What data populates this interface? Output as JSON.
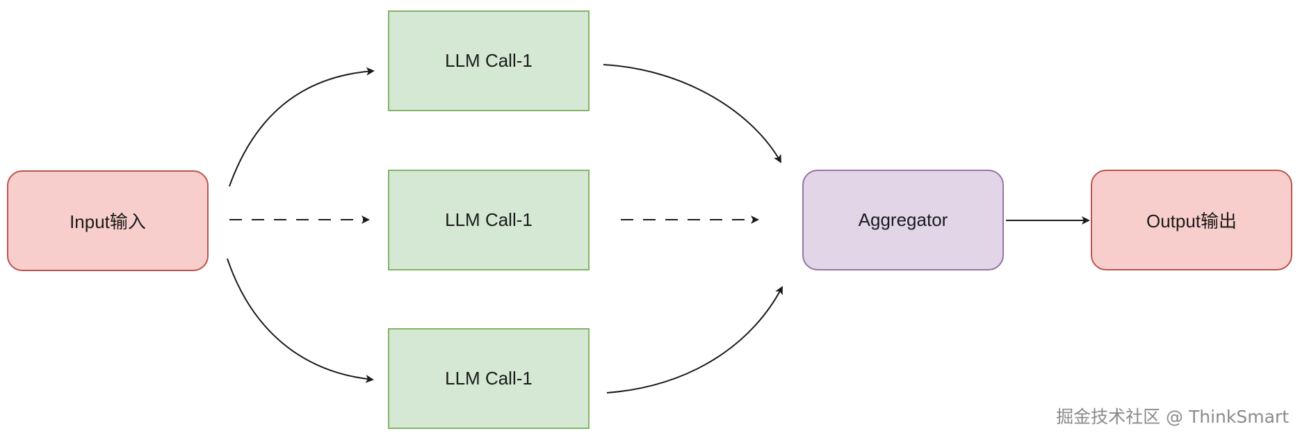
{
  "nodes": {
    "input": "Input输入",
    "call_top": "LLM Call-1",
    "call_middle": "LLM Call-1",
    "call_bottom": "LLM Call-1",
    "aggregator": "Aggregator",
    "output": "Output输出"
  },
  "watermark": "掘金技术社区 @ ThinkSmart",
  "colors": {
    "io_fill": "#f8cecc",
    "io_stroke": "#b85450",
    "call_fill": "#d5e8d4",
    "call_stroke": "#82b366",
    "aggregator_fill": "#e1d5e7",
    "aggregator_stroke": "#9673a6",
    "edge": "#1a1a1a"
  }
}
